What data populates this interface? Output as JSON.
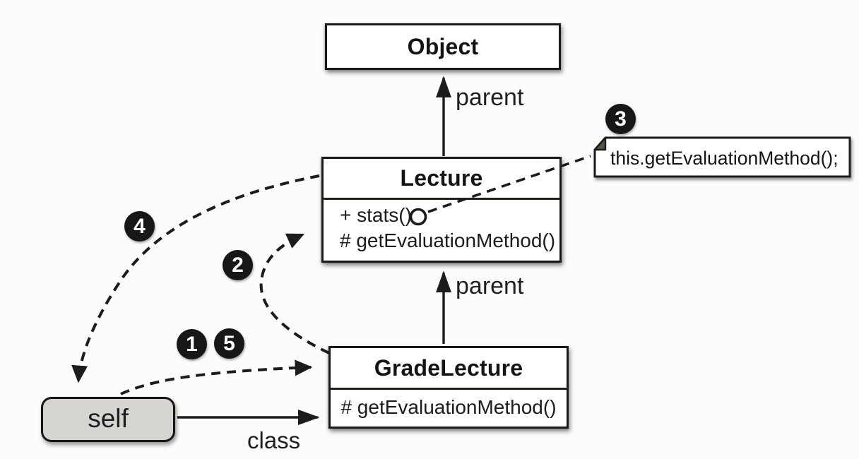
{
  "classes": {
    "object": {
      "title": "Object"
    },
    "lecture": {
      "title": "Lecture",
      "methods": [
        "+ stats()",
        "# getEvaluationMethod()"
      ]
    },
    "gradeLecture": {
      "title": "GradeLecture",
      "methods": [
        "# getEvaluationMethod()"
      ]
    }
  },
  "self": {
    "label": "self"
  },
  "note": {
    "text": "this.getEvaluationMethod();"
  },
  "edges": {
    "parent_top": "parent",
    "parent_bottom": "parent",
    "class": "class"
  },
  "badges": {
    "step1": "1",
    "step2": "2",
    "step3": "3",
    "step4": "4",
    "step5": "5"
  },
  "colors": {
    "background": "#fcfcfa",
    "box_fill": "#ffffff",
    "box_border": "#1a1a1a",
    "self_fill": "#d7d5d1",
    "badge_fill": "#171717",
    "badge_text": "#ffffff",
    "note_fold": "#53524c",
    "line": "#1c1c1c"
  }
}
